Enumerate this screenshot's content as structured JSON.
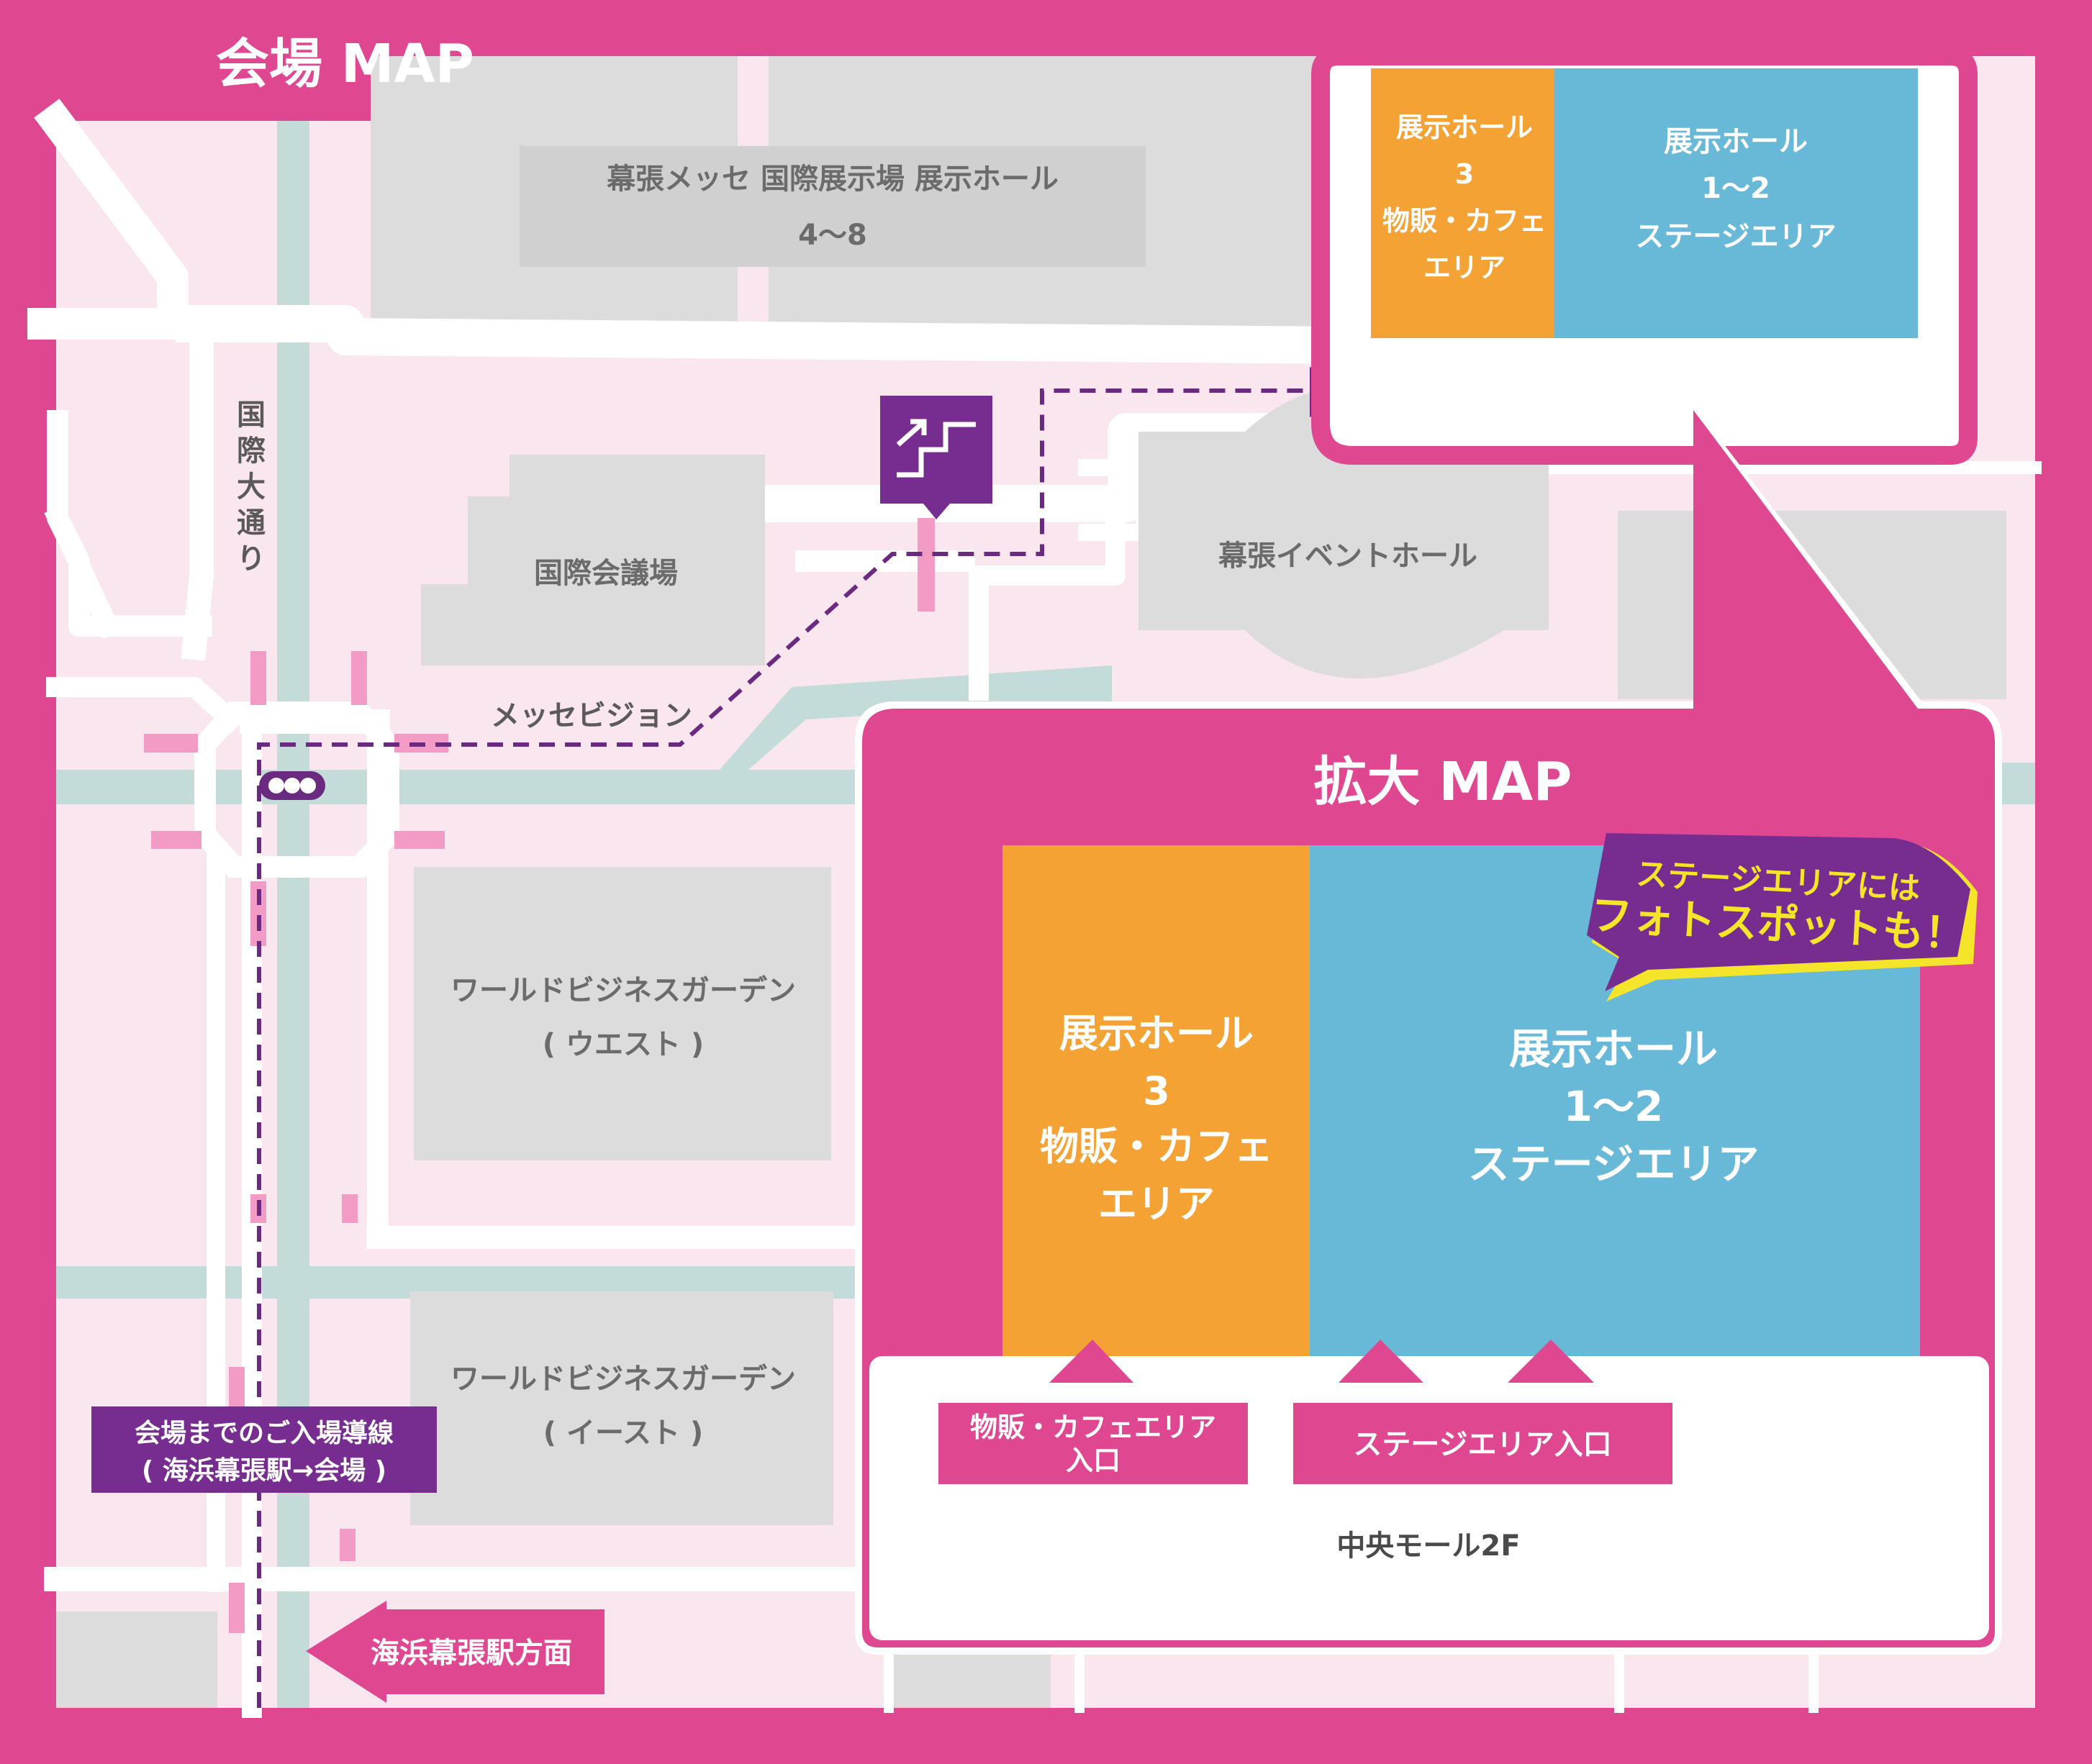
{
  "title": "会場 MAP",
  "colors": {
    "frame": "#df4891",
    "ground": "#f9e6ee",
    "road": "#ffffff",
    "water": "#c3dcd9",
    "building": "#dcdcdc",
    "orange": "#f4a234",
    "blue": "#68b8d8",
    "purple": "#772d8f",
    "yellow": "#f4e52a"
  },
  "buildings": {
    "messe": [
      "幕張メッセ 国際展示場 展示ホール",
      "4～8"
    ],
    "kaigijo": "国際会議場",
    "event_hall": "幕張イベントホール",
    "wbg_west": [
      "ワールドビジネスガーデン",
      "( ウエスト )"
    ],
    "wbg_east": [
      "ワールドビジネスガーデン",
      "( イースト )"
    ]
  },
  "road_label": "国際大通り",
  "messe_vision": "メッセビジョン",
  "route_label": [
    "会場までのご入場導線",
    "( 海浜幕張駅→会場 )"
  ],
  "station_direction": "海浜幕張駅方面",
  "icons": {
    "stairs": "stairs-icon",
    "traffic_light": "traffic-light-icon"
  },
  "mini_map": {
    "hall3": [
      "展示ホール",
      "3",
      "物販・カフェ",
      "エリア"
    ],
    "hall12": [
      "展示ホール",
      "1～2",
      "ステージエリア"
    ]
  },
  "zoom_map": {
    "title": "拡大 MAP",
    "hall3": [
      "展示ホール",
      "3",
      "物販・カフェ",
      "エリア"
    ],
    "hall12": [
      "展示ホール",
      "1～2",
      "ステージエリア"
    ],
    "photo_badge": [
      "ステージエリアには",
      "フォトスポットも！"
    ],
    "entrance_goods": [
      "物販・カフェエリア",
      "入口"
    ],
    "entrance_stage": "ステージエリア入口",
    "mall": "中央モール2F"
  }
}
